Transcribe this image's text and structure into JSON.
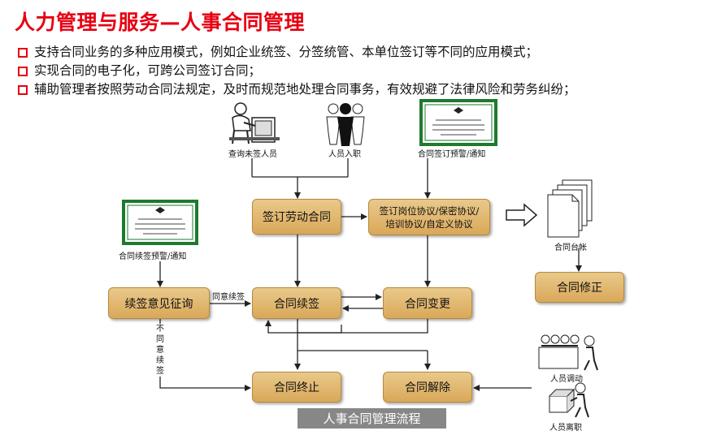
{
  "title": "人力管理与服务—人事合同管理",
  "bullets": [
    "支持合同业务的多种应用模式，例如企业统签、分签统管、本单位签订等不同的应用模式；",
    "实现合同的电子化，可跨公司签订合同；",
    "辅助管理者按照劳动合同法规定，及时而规范地处理合同事务，有效规避了法律风险和劳务纠纷；"
  ],
  "diagram": {
    "icons": {
      "query": {
        "label": "查询未签人员",
        "icon": "office-worker-icon"
      },
      "onboard": {
        "label": "人员入职",
        "icon": "people-group-icon"
      },
      "alert": {
        "label": "合同签订预警/通知",
        "icon": "certificate-icon"
      },
      "renew_alert": {
        "label": "合同续签预警/通知",
        "icon": "certificate-icon"
      },
      "ledger": {
        "label": "合同台帐",
        "icon": "documents-stack-icon"
      },
      "transfer": {
        "label": "人员调动",
        "icon": "people-transfer-icon"
      },
      "resign": {
        "label": "人员离职",
        "icon": "person-box-icon"
      }
    },
    "nodes": {
      "sign": "签订劳动合同",
      "agreements": "签订岗位协议/保密协议/\n培训协议/自定义协议",
      "consult": "续签意见征询",
      "renew": "合同续签",
      "change": "合同变更",
      "amend": "合同修正",
      "terminate": "合同终止",
      "dissolve": "合同解除"
    },
    "edge_labels": {
      "agree": "同意续签",
      "disagree": "不同意续签"
    },
    "caption": "人事合同管理流程"
  },
  "colors": {
    "title": "#e60012",
    "bullet_box": "#e60012",
    "node_fill": "#d9a859",
    "certificate_border": "#1e7a2e"
  }
}
